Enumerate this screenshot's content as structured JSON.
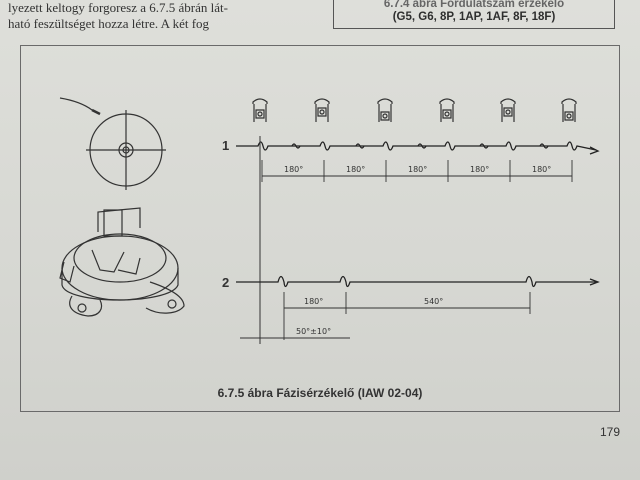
{
  "body_text": {
    "line1": "lyezett keltogy forgoresz a 6.7.5 ábrán lát-",
    "line2": "ható feszültséget hozza létre. A két fog"
  },
  "prev_caption": {
    "line1": "6.7.4 ábra Fordulatszám érzékelő",
    "line2": "(G5, G6, 8P, 1AP, 1AF, 8F, 18F)"
  },
  "figure": {
    "caption": "6.7.5 ábra Fázisérzékelő (IAW 02-04)",
    "channel_1_label": "1",
    "channel_2_label": "2",
    "channel_1_dimensions": [
      "180°",
      "180°",
      "180°",
      "180°",
      "180°"
    ],
    "channel_2_dimensions": [
      "180°",
      "540°"
    ],
    "offset_dimension": "50°±10°",
    "piston_icon_count": 6
  },
  "page_number": "179"
}
